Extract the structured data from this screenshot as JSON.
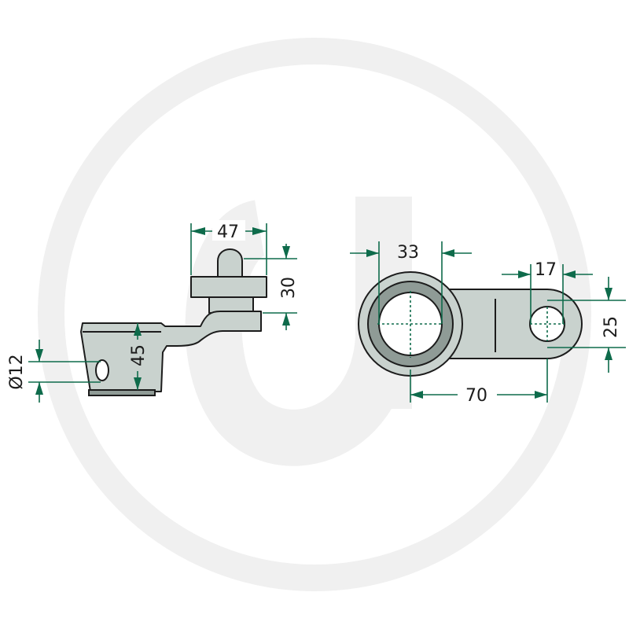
{
  "watermark": {
    "description": "faint letter g inside a ring",
    "color": "#f0f0f0"
  },
  "colors": {
    "dimension": "#0e6b4b",
    "part_fill": "#c9d2ce",
    "part_dark": "#8f9b96",
    "outline": "#1c1c1c"
  },
  "side_view": {
    "dims": {
      "width": "47",
      "height": "30",
      "body": "45",
      "hole": "Ø12"
    }
  },
  "top_view": {
    "dims": {
      "bore": "33",
      "small_bore": "17",
      "spacing": "70",
      "thickness": "25"
    }
  }
}
